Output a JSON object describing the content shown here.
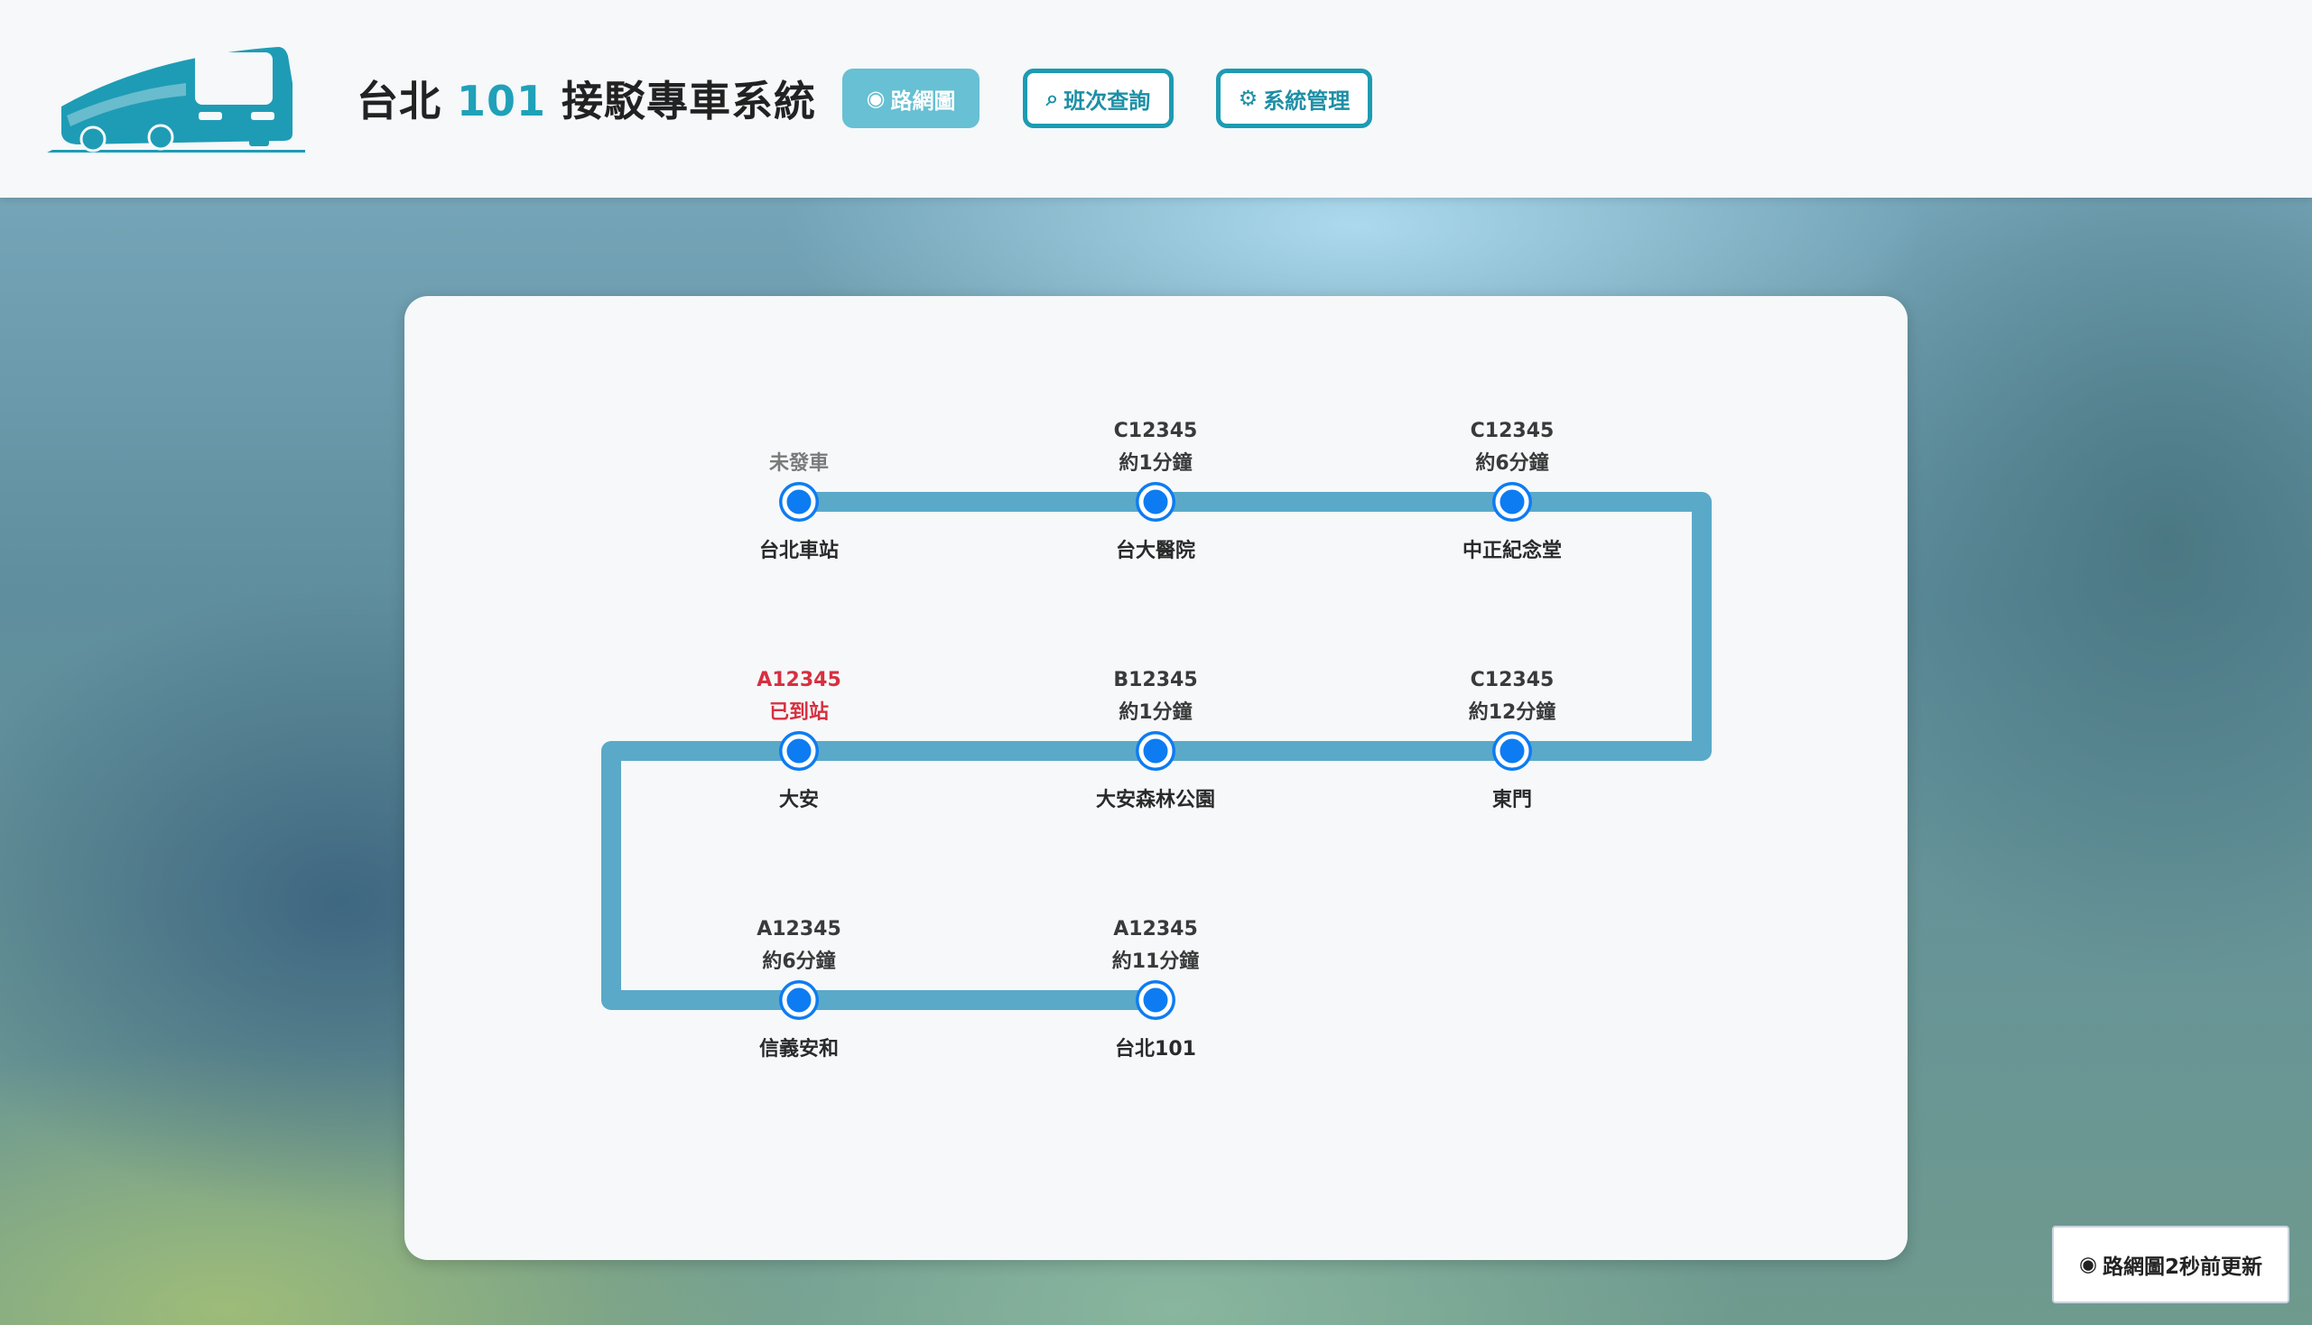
{
  "header": {
    "title_prefix": "台北 ",
    "title_highlight": "101",
    "title_suffix": " 接駁專車系統",
    "nav": [
      {
        "label": "路網圖",
        "icon": "◉",
        "icon_name": "radio-dot-icon",
        "active": true
      },
      {
        "label": "班次查詢",
        "icon": "⌕",
        "icon_name": "search-icon",
        "active": false
      },
      {
        "label": "系統管理",
        "icon": "⚙",
        "icon_name": "gear-icon",
        "active": false
      }
    ]
  },
  "route": {
    "line_color": "#5aa9c9",
    "stop_color": "#0d7cf2",
    "stops": [
      {
        "name": "台北車站",
        "bus": "",
        "eta": "未發車",
        "status": "idle"
      },
      {
        "name": "台大醫院",
        "bus": "C12345",
        "eta": "約1分鐘",
        "status": "normal"
      },
      {
        "name": "中正紀念堂",
        "bus": "C12345",
        "eta": "約6分鐘",
        "status": "normal"
      },
      {
        "name": "東門",
        "bus": "C12345",
        "eta": "約12分鐘",
        "status": "normal"
      },
      {
        "name": "大安森林公園",
        "bus": "B12345",
        "eta": "約1分鐘",
        "status": "normal"
      },
      {
        "name": "大安",
        "bus": "A12345",
        "eta": "已到站",
        "status": "arrived"
      },
      {
        "name": "信義安和",
        "bus": "A12345",
        "eta": "約6分鐘",
        "status": "normal"
      },
      {
        "name": "台北101",
        "bus": "A12345",
        "eta": "約11分鐘",
        "status": "normal"
      }
    ]
  },
  "toast": {
    "icon": "◉",
    "text": "路網圖2秒前更新"
  }
}
